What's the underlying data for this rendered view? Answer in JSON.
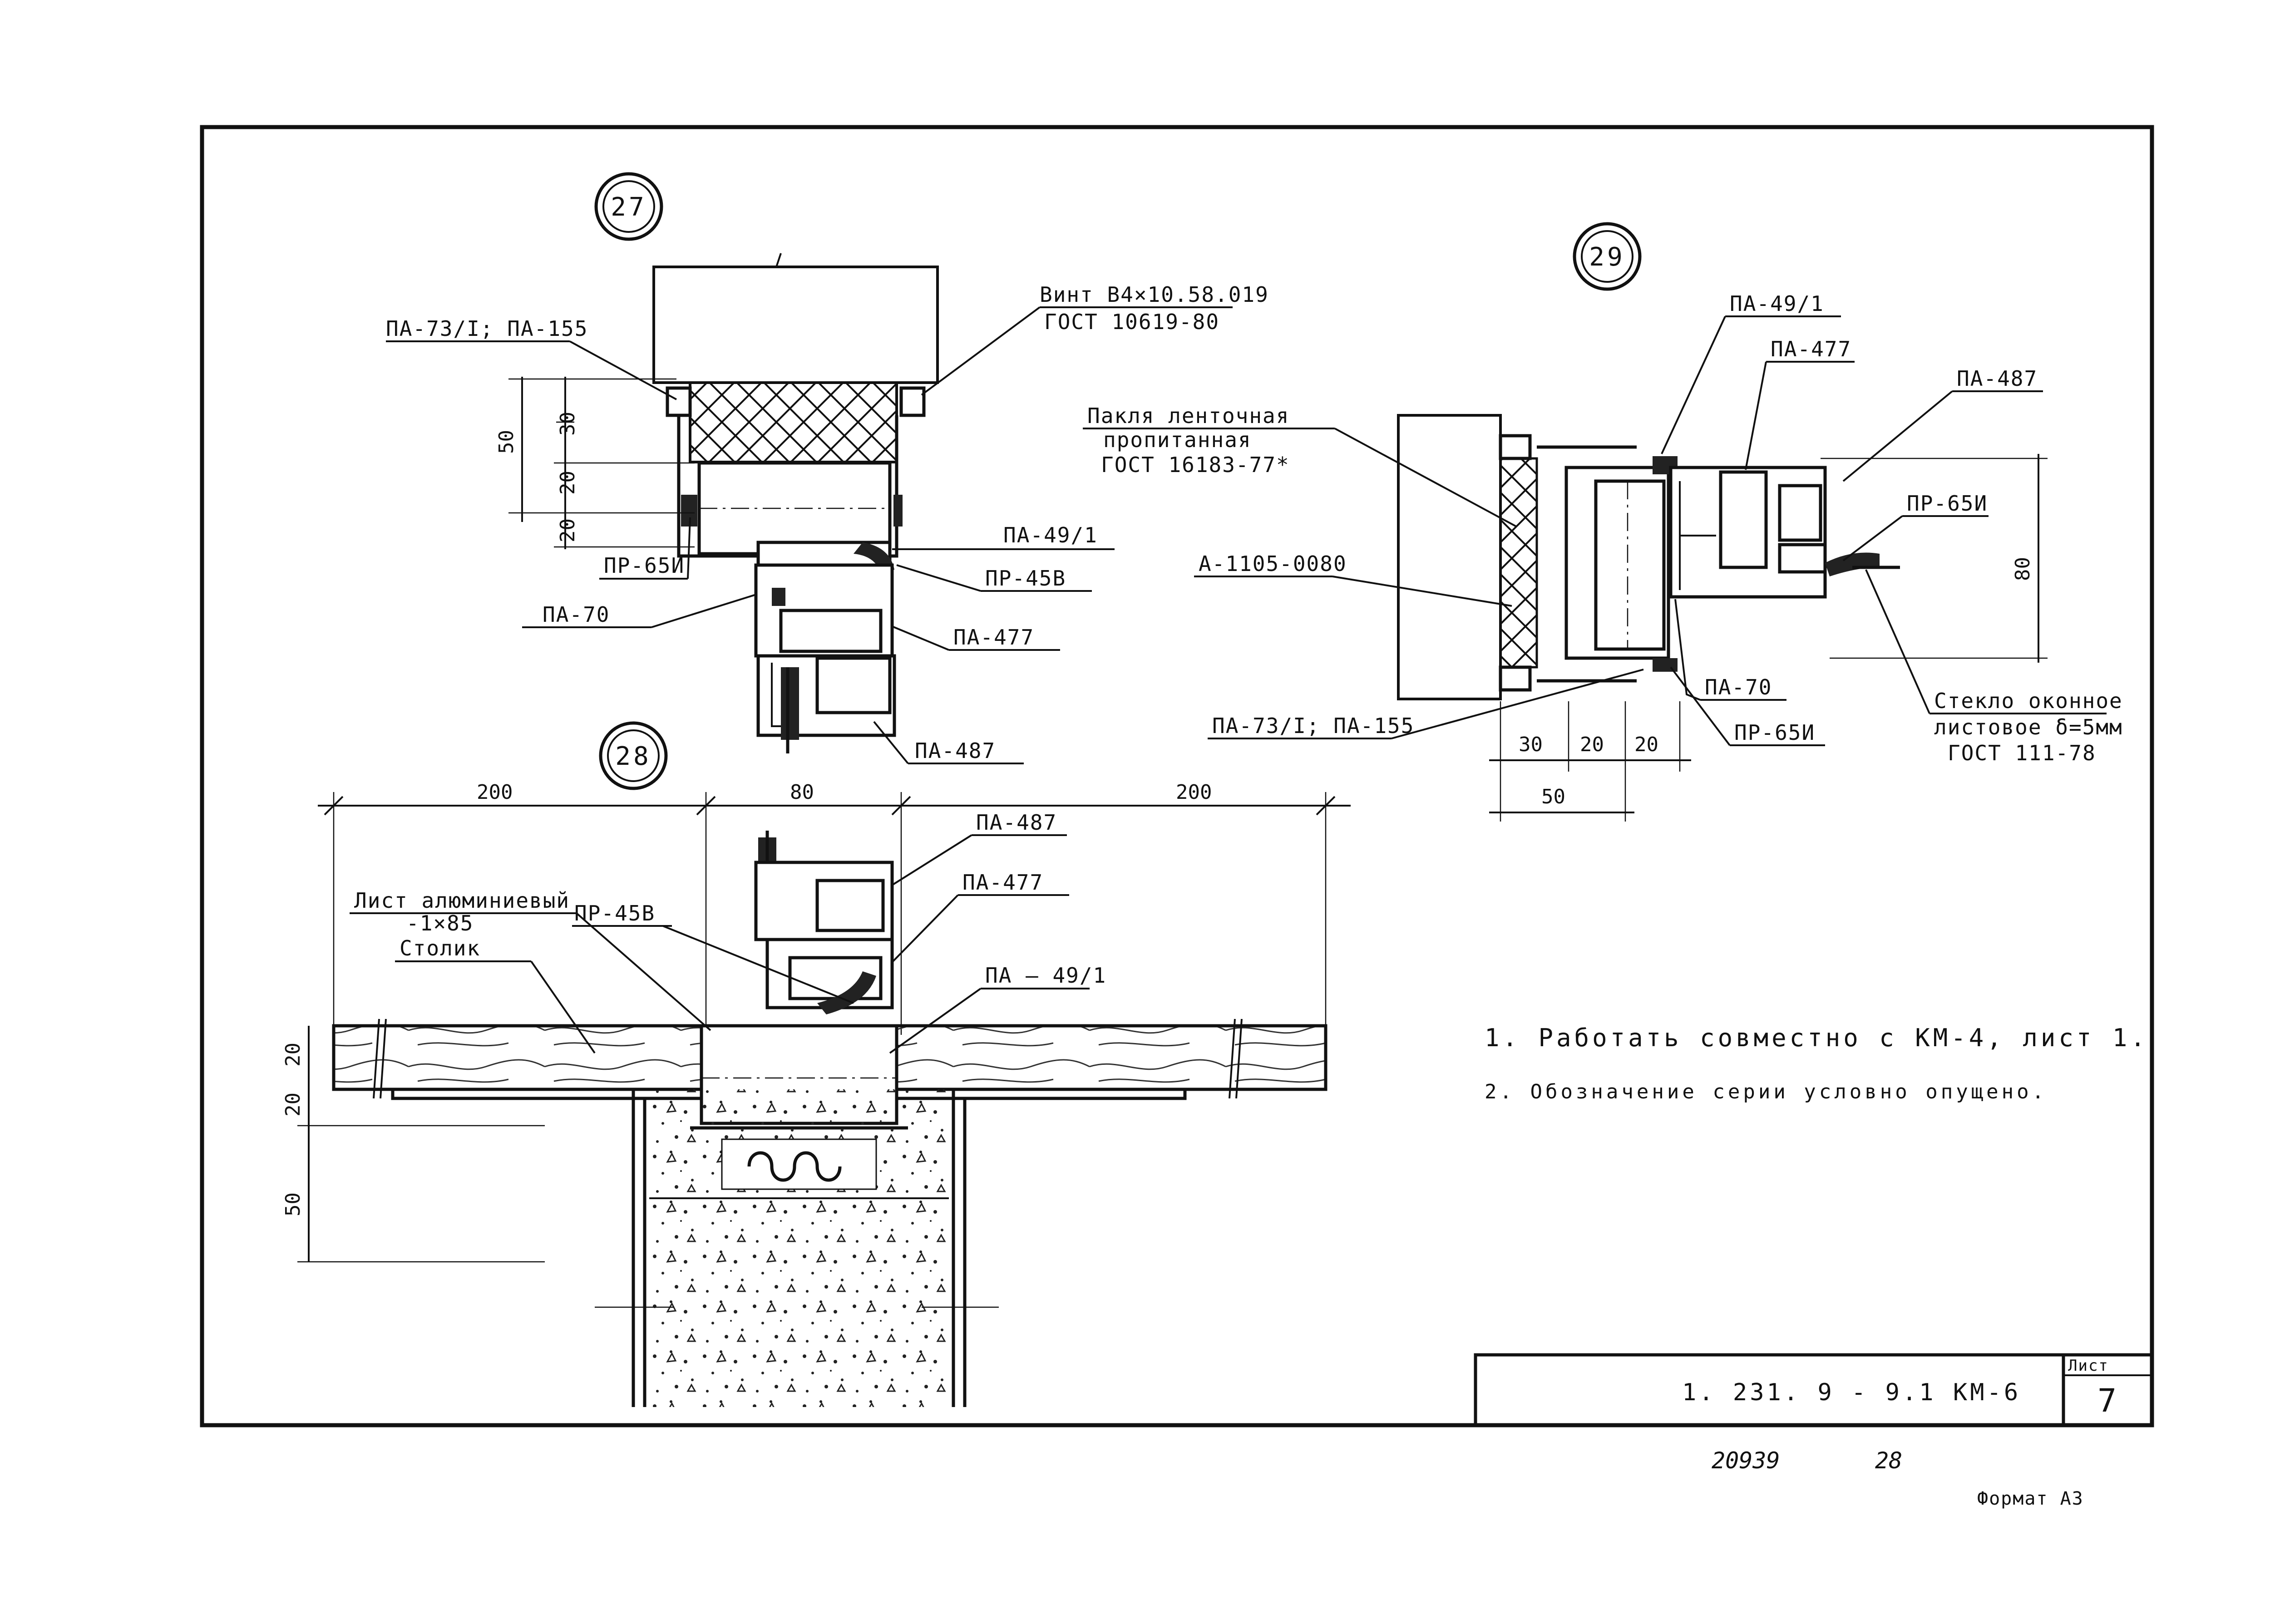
{
  "details": {
    "d27": {
      "mark": "27"
    },
    "d28": {
      "mark": "28"
    },
    "d29": {
      "mark": "29"
    }
  },
  "labels27": {
    "pa73": "ПА-73/I; ПА-155",
    "screw1": "Винт В4×10.58.019",
    "screw2": "ГОСТ 10619-80",
    "pr65": "ПР-65И",
    "pa49": "ПА-49/1",
    "pr45": "ПР-45В",
    "pa70": "ПА-70",
    "pa477": "ПА-477",
    "pa487": "ПА-487",
    "dim50": "50",
    "dim30": "30",
    "dim20a": "20",
    "dim20b": "20"
  },
  "labels28": {
    "dim200l": "200",
    "dim80": "80",
    "dim200r": "200",
    "pa487": "ПА-487",
    "pa477": "ПА-477",
    "pa49": "ПА – 49/1",
    "pr45": "ПР-45В",
    "sheet1": "Лист алюминиевый",
    "sheet2": "-1×85",
    "table": "Столик",
    "dim20a": "20",
    "dim20b": "20",
    "dim50": "50"
  },
  "labels29": {
    "pa49": "ПА-49/1",
    "pa477": "ПА-477",
    "pa487": "ПА-487",
    "tow1": "Пакля ленточная",
    "tow2": "пропитанная",
    "tow3": "ГОСТ 16183-77*",
    "pr65a": "ПР-65И",
    "a1105": "А-1105-0080",
    "dim80": "80",
    "pa70": "ПА-70",
    "pr65b": "ПР-65И",
    "pa73": "ПА-73/I; ПА-155",
    "glass1": "Стекло оконное",
    "glass2": "листовое δ=5мм",
    "glass3": "ГОСТ 111-78",
    "dim30": "30",
    "dim20a": "20",
    "dim20b": "20",
    "dim50": "50"
  },
  "notes": {
    "n1": "1. Работать совместно с КМ-4, лист 1.",
    "n2": "2. Обозначение серии условно опущено."
  },
  "title_block": {
    "code": "1. 231. 9 - 9.1 КМ-6",
    "sheet_label": "Лист",
    "sheet_no": "7"
  },
  "footer": {
    "inv": "20939",
    "num": "28",
    "format": "Формат А3"
  }
}
